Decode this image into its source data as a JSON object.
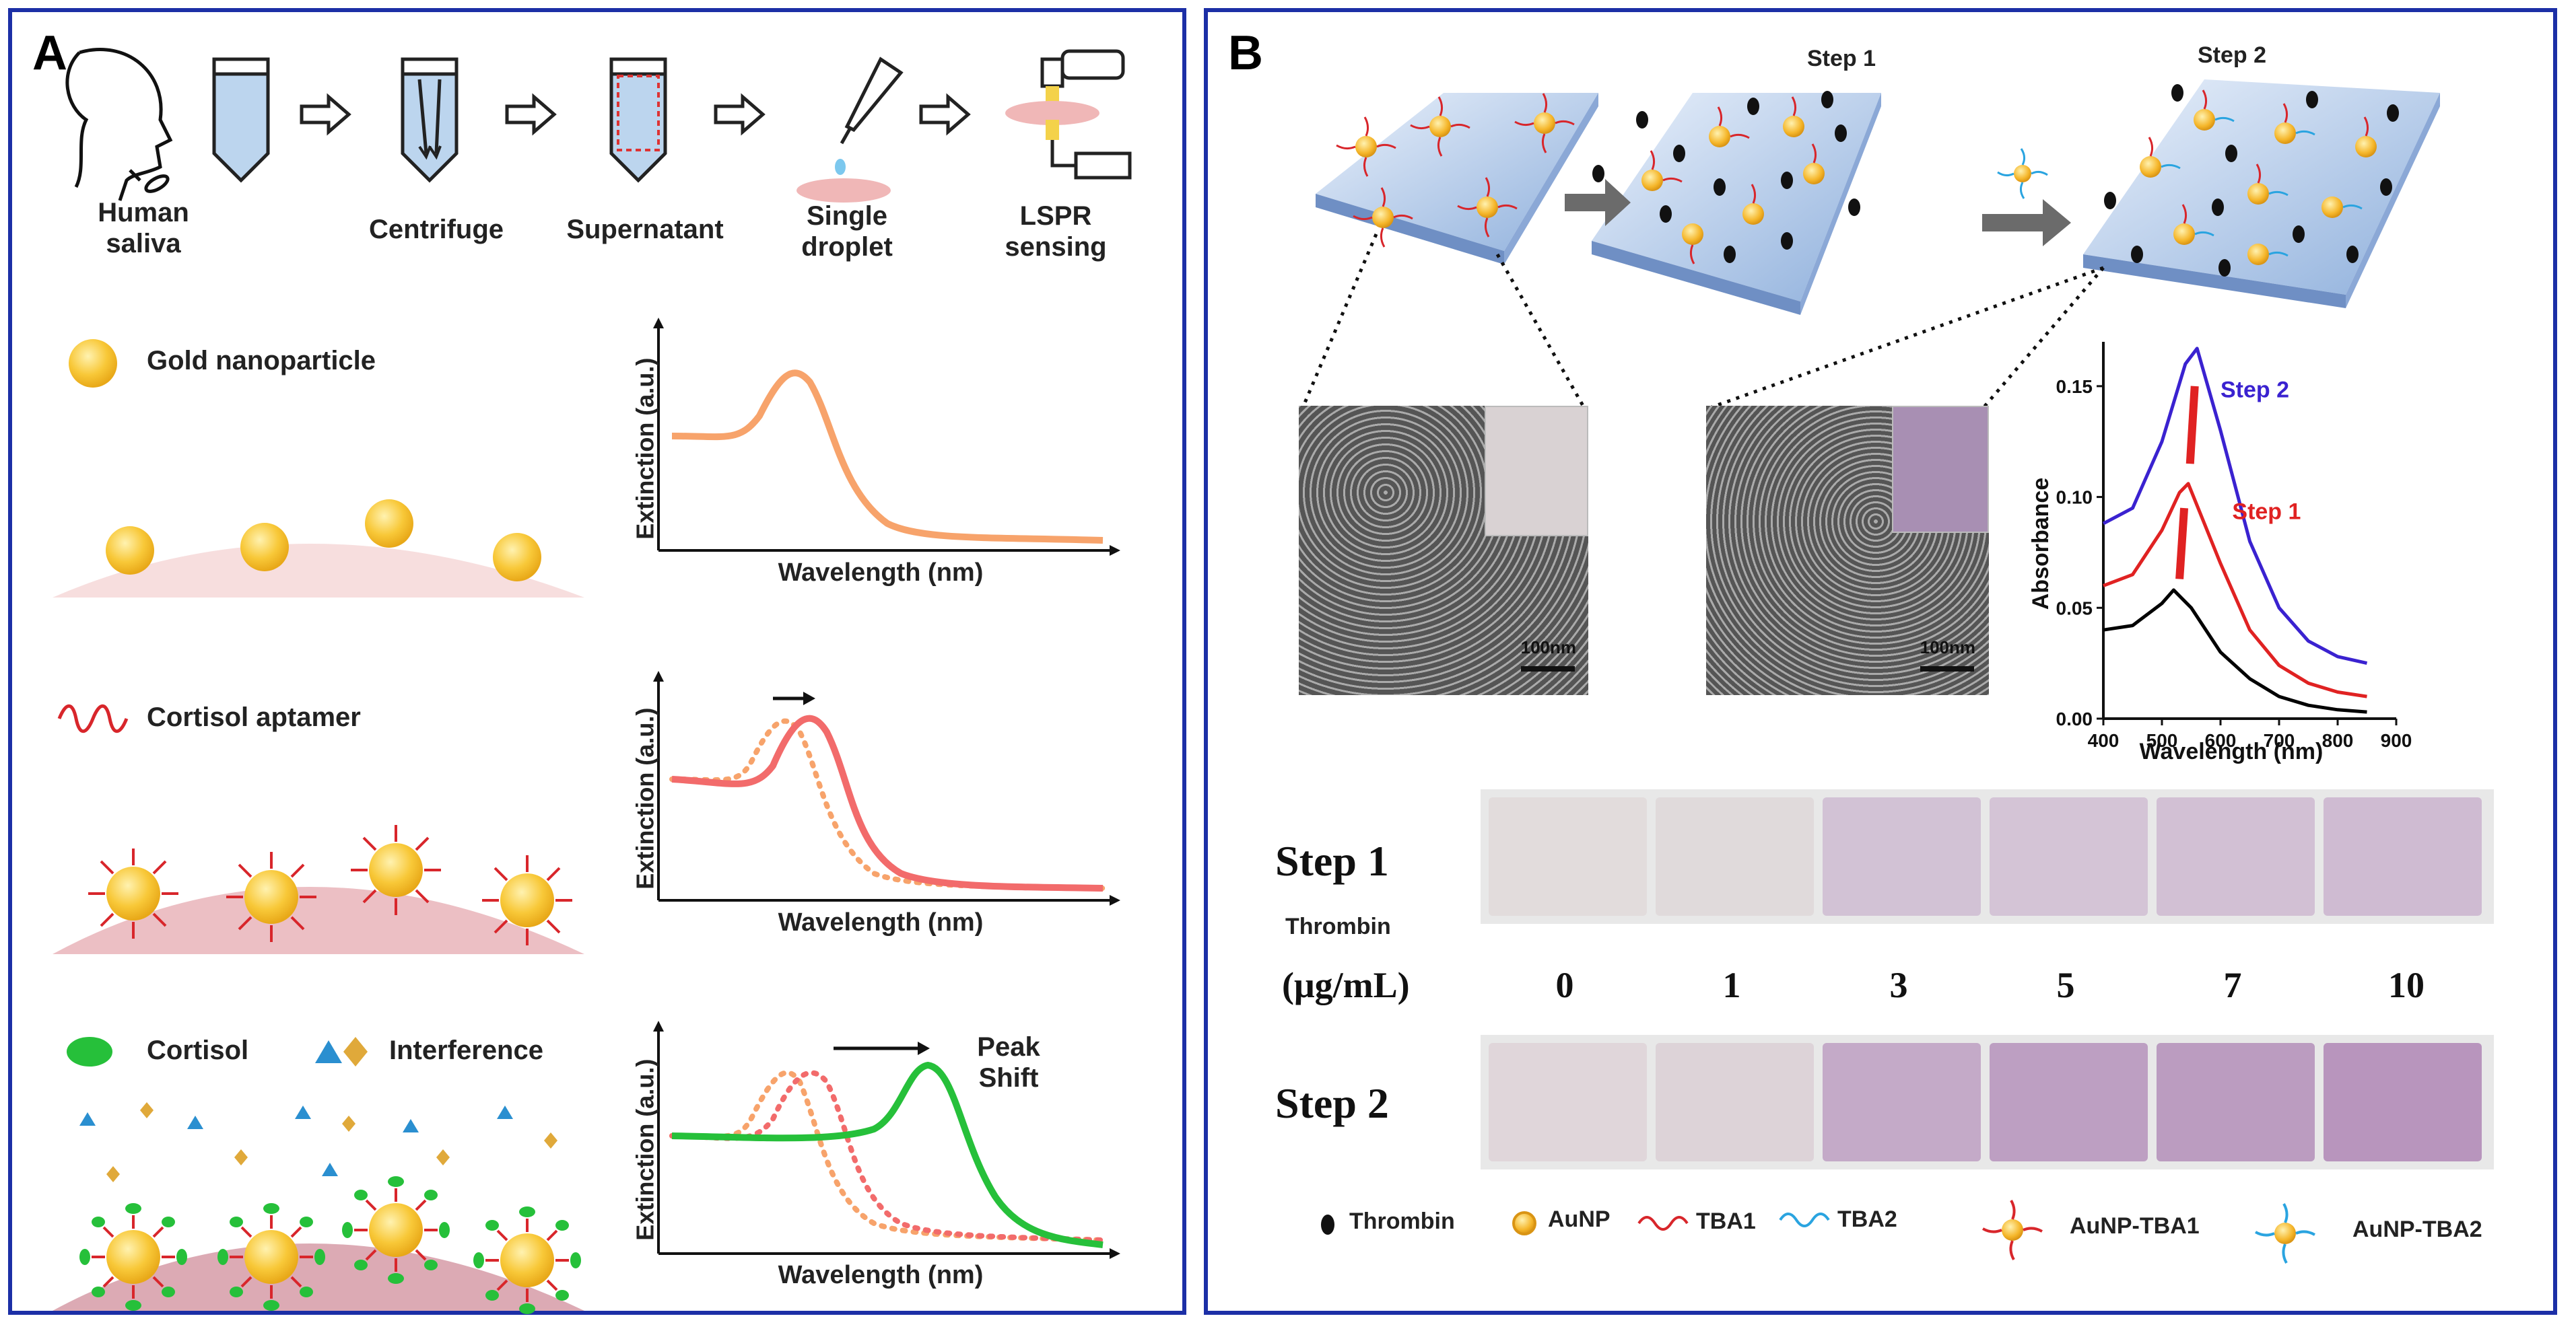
{
  "panel_a": {
    "label": "A",
    "workflow": [
      {
        "label": "Human\nsaliva"
      },
      {
        "label": "Centrifuge"
      },
      {
        "label": "Supernatant"
      },
      {
        "label": "Single\ndroplet"
      },
      {
        "label": "LSPR\nsensing"
      }
    ],
    "legend_gold": "Gold nanoparticle",
    "legend_aptamer": "Cortisol aptamer",
    "legend_cortisol": "Cortisol",
    "legend_interference": "Interference",
    "axis_y": "Extinction (a.u.)",
    "axis_x": "Wavelength (nm)",
    "peak_shift": "Peak\nShift",
    "colors": {
      "gold": "#f5c431",
      "orange": "#f7a36b",
      "red": "#f26b6b",
      "green": "#26c03a",
      "substrate": "#f7dede"
    }
  },
  "panel_b": {
    "label": "B",
    "step1": "Step 1",
    "step2": "Step 2",
    "scale_bar": "100nm",
    "thrombin_label": "Thrombin",
    "unit_label": "(μg/mL)",
    "concentrations": [
      "0",
      "1",
      "3",
      "5",
      "7",
      "10"
    ],
    "row_step1": "Step 1",
    "row_step2": "Step 2",
    "legend": [
      "Thrombin",
      "AuNP",
      "TBA1",
      "TBA2",
      "AuNP-TBA1",
      "AuNP-TBA2"
    ],
    "colors": {
      "tba1": "#d8262b",
      "tba2": "#2aa4e0",
      "slab": "#a9c3e6",
      "arrow": "#6b6b6b"
    }
  },
  "chart_data": {
    "type": "line",
    "xlabel": "Wavelength (nm)",
    "ylabel": "Absorbance",
    "xlim": [
      400,
      900
    ],
    "ylim": [
      0,
      0.17
    ],
    "xticks": [
      400,
      500,
      600,
      700,
      800,
      900
    ],
    "yticks": [
      0.0,
      0.05,
      0.1,
      0.15
    ],
    "ytick_labels": [
      "0.00",
      "0.05",
      "0.10",
      "0.15"
    ],
    "series": [
      {
        "name": "",
        "color": "#000000",
        "x": [
          400,
          450,
          500,
          520,
          550,
          600,
          650,
          700,
          750,
          800,
          850
        ],
        "y": [
          0.04,
          0.042,
          0.052,
          0.058,
          0.05,
          0.03,
          0.018,
          0.01,
          0.006,
          0.004,
          0.003
        ]
      },
      {
        "name": "Step 1",
        "color": "#e02222",
        "x": [
          400,
          450,
          500,
          530,
          545,
          600,
          650,
          700,
          750,
          800,
          850
        ],
        "y": [
          0.06,
          0.065,
          0.085,
          0.102,
          0.106,
          0.07,
          0.04,
          0.024,
          0.016,
          0.012,
          0.01
        ]
      },
      {
        "name": "Step 2",
        "color": "#3a22d0",
        "x": [
          400,
          450,
          500,
          540,
          560,
          600,
          650,
          700,
          750,
          800,
          850
        ],
        "y": [
          0.088,
          0.095,
          0.125,
          0.16,
          0.167,
          0.13,
          0.08,
          0.05,
          0.035,
          0.028,
          0.025
        ]
      }
    ],
    "annotations": [
      "Step 1",
      "Step 2"
    ]
  }
}
